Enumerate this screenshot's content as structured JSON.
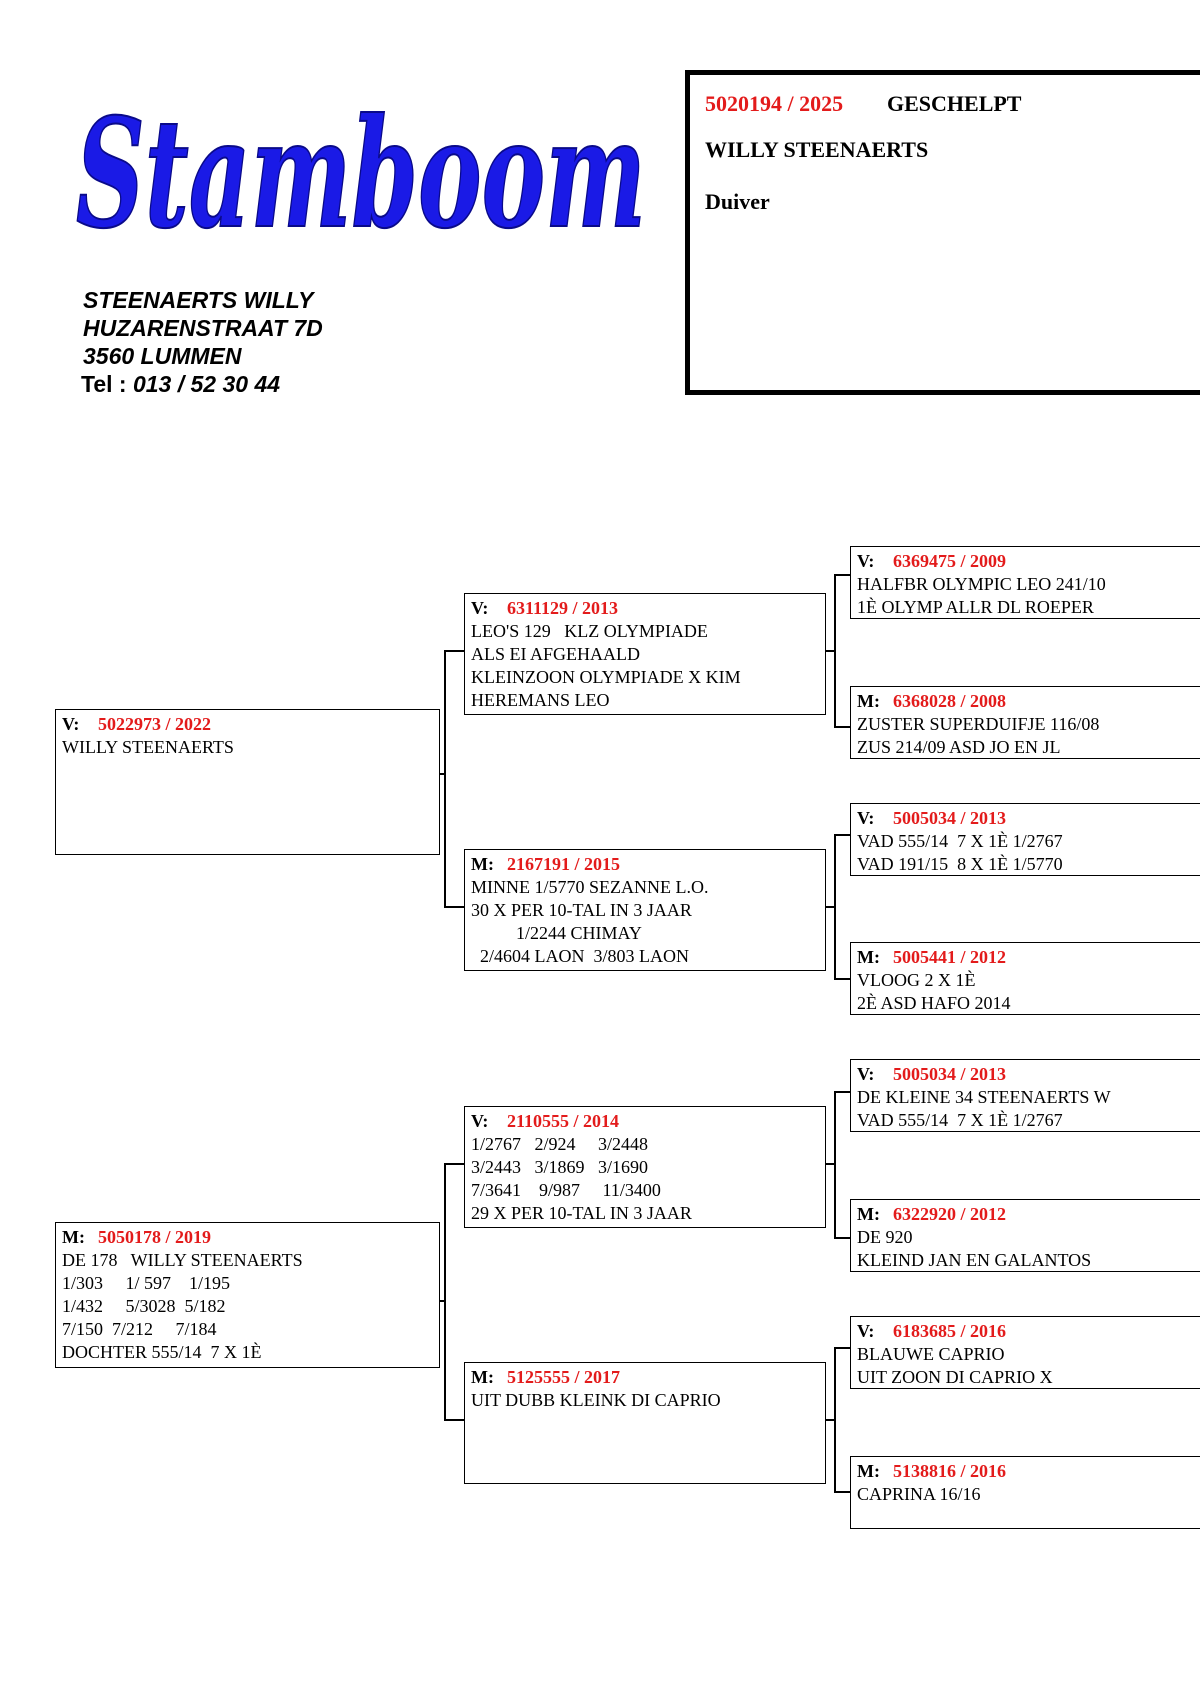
{
  "logo_text": "Stamboom",
  "owner": {
    "name": "STEENAERTS WILLY",
    "street": "HUZARENSTRAAT 7D",
    "city": "3560 LUMMEN",
    "tel_label": "Tel :",
    "tel_number": "013 / 52 30 44"
  },
  "header": {
    "ring": "5020194 / 2025",
    "color": "GESCHELPT",
    "breeder": "WILLY STEENAERTS",
    "sex": "Duiver"
  },
  "colors": {
    "ring_red": "#e31b1b"
  },
  "pedigree": {
    "father": {
      "label": "V:",
      "ring": "5022973 / 2022",
      "lines": [
        "WILLY STEENAERTS"
      ]
    },
    "mother": {
      "label": "M:",
      "ring": "5050178 / 2019",
      "lines": [
        "DE 178   WILLY STEENAERTS",
        "1/303     1/ 597    1/195",
        "1/432     5/3028  5/182",
        "7/150  7/212     7/184",
        "DOCHTER 555/14  7 X 1È"
      ]
    },
    "ff": {
      "label": "V:",
      "ring": "6311129 / 2013",
      "lines": [
        "LEO'S 129   KLZ OLYMPIADE",
        "ALS EI AFGEHAALD",
        "KLEINZOON OLYMPIADE X KIM",
        "HEREMANS LEO"
      ]
    },
    "fm": {
      "label": "M:",
      "ring": "2167191 / 2015",
      "lines": [
        "MINNE 1/5770 SEZANNE L.O.",
        "30 X PER 10-TAL IN 3 JAAR",
        "          1/2244 CHIMAY",
        "  2/4604 LAON  3/803 LAON"
      ]
    },
    "mf": {
      "label": "V:",
      "ring": "2110555 / 2014",
      "lines": [
        "1/2767   2/924     3/2448",
        "3/2443   3/1869   3/1690",
        "7/3641    9/987     11/3400",
        "29 X PER 10-TAL IN 3 JAAR"
      ]
    },
    "mm": {
      "label": "M:",
      "ring": "5125555 / 2017",
      "lines": [
        "UIT DUBB KLEINK DI CAPRIO"
      ]
    },
    "fff": {
      "label": "V:",
      "ring": "6369475 / 2009",
      "lines": [
        "HALFBR OLYMPIC LEO 241/10",
        "1È OLYMP ALLR DL ROEPER"
      ]
    },
    "ffm": {
      "label": "M:",
      "ring": "6368028 / 2008",
      "lines": [
        "ZUSTER SUPERDUIFJE 116/08",
        "ZUS 214/09 ASD JO EN JL"
      ]
    },
    "fmf": {
      "label": "V:",
      "ring": "5005034 / 2013",
      "lines": [
        "VAD 555/14  7 X 1È 1/2767",
        "VAD 191/15  8 X 1È 1/5770"
      ]
    },
    "fmm": {
      "label": "M:",
      "ring": "5005441 / 2012",
      "lines": [
        "VLOOG 2 X 1È",
        "2È ASD HAFO 2014"
      ]
    },
    "mff": {
      "label": "V:",
      "ring": "5005034 / 2013",
      "lines": [
        "DE KLEINE 34 STEENAERTS W",
        "VAD 555/14  7 X 1È 1/2767"
      ]
    },
    "mfm": {
      "label": "M:",
      "ring": "6322920 / 2012",
      "lines": [
        "DE 920",
        "KLEIND JAN EN GALANTOS"
      ]
    },
    "mmf": {
      "label": "V:",
      "ring": "6183685 / 2016",
      "lines": [
        "BLAUWE CAPRIO",
        "UIT ZOON DI CAPRIO X"
      ]
    },
    "mmm": {
      "label": "M:",
      "ring": "5138816 / 2016",
      "lines": [
        "CAPRINA 16/16"
      ]
    }
  }
}
